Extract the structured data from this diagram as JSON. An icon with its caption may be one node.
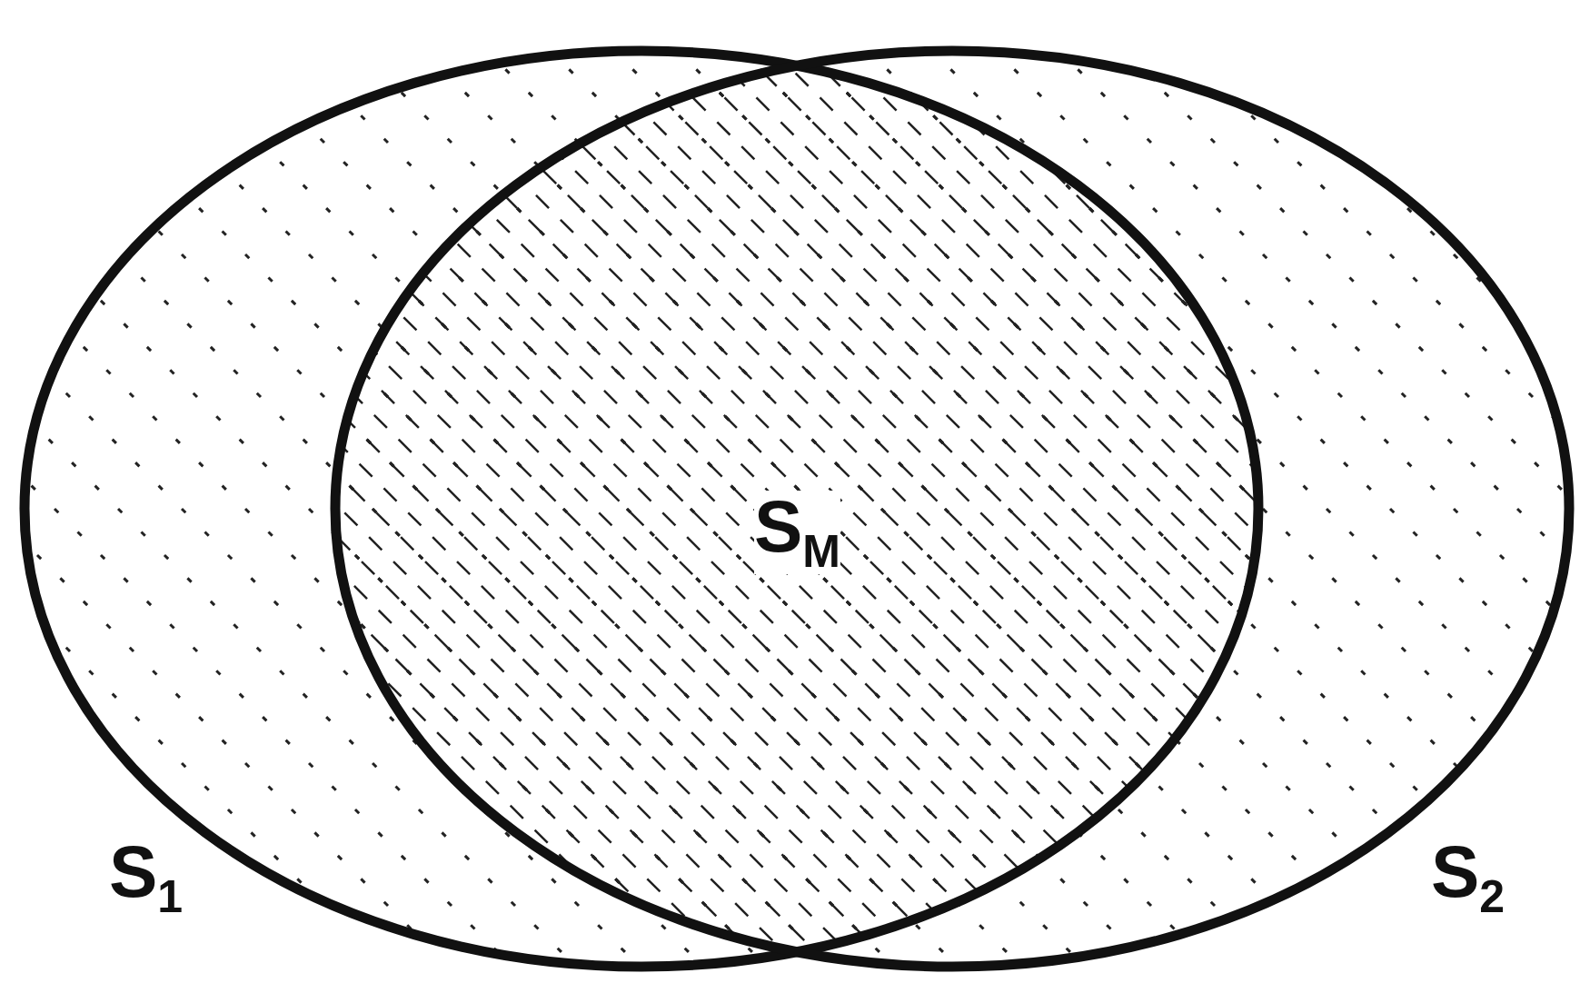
{
  "diagram": {
    "nodes": [
      {
        "text": [
          "S$_{1}$"
        ]
      },
      {
        "text": [
          "S$_{2}$"
        ]
      }
    ],
    "edges": [],
    "labels": [
      "S$_{M}$"
    ]
  }
}
